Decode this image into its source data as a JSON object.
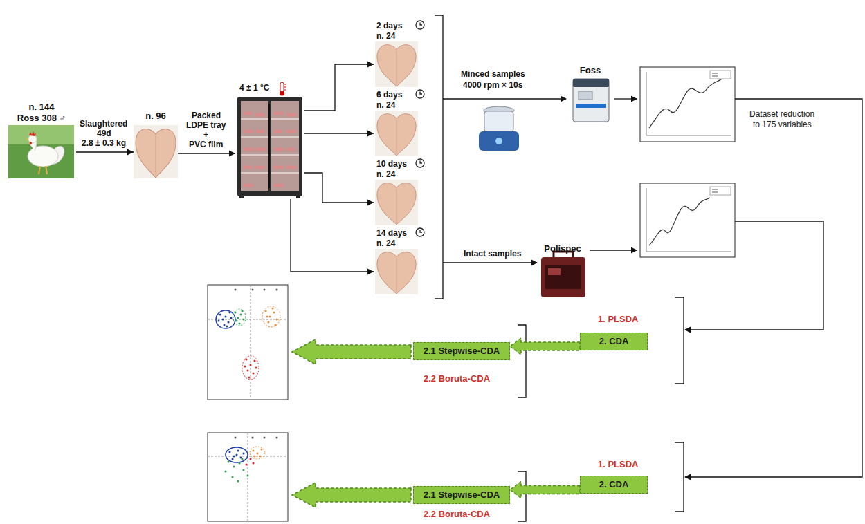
{
  "diagram": {
    "nodes": [
      {
        "text": [
          "n. 144",
          "Ross 308 ♂"
        ]
      },
      {
        "text": [
          "n. 96"
        ]
      },
      {
        "text": [
          "4 ± 1 °C"
        ]
      },
      {
        "text": [
          "2 days",
          "n. 24"
        ]
      },
      {
        "text": [
          "6 days",
          "n. 24"
        ]
      },
      {
        "text": [
          "10 days",
          "n. 24"
        ]
      },
      {
        "text": [
          "14 days",
          "n. 24"
        ]
      },
      {
        "text": [
          "Foss"
        ]
      },
      {
        "text": [
          "Polispec"
        ]
      },
      {
        "text": [
          "2. CDA"
        ]
      },
      {
        "text": [
          "2.1 Stepwise-CDA"
        ]
      },
      {
        "text": [
          "2. CDA"
        ]
      },
      {
        "text": [
          "2.1 Stepwise-CDA"
        ]
      }
    ],
    "edges": [
      {
        "from": 0,
        "to": 1,
        "arrow": "to",
        "label": "Slaughtered"
      },
      {
        "from": 1,
        "to": 2,
        "arrow": "to",
        "label": "Packed"
      },
      {
        "from": 2,
        "to": 3,
        "arrow": "to"
      },
      {
        "from": 2,
        "to": 4,
        "arrow": "to"
      },
      {
        "from": 2,
        "to": 5,
        "arrow": "to"
      },
      {
        "from": 2,
        "to": 6,
        "arrow": "to"
      },
      {
        "from": 9,
        "to": 10,
        "arrow": "to"
      },
      {
        "from": 11,
        "to": 12,
        "arrow": "to"
      }
    ],
    "labels": [
      "49d",
      "2.8 ± 0.3 kg",
      "LDPE tray",
      "+",
      "PVC film",
      "Minced samples",
      "4000 rpm × 10s",
      "Intact samples",
      "Dataset reduction",
      "to 175 variables",
      "1. PLSDA",
      "2.2 Boruta-CDA",
      "1. PLSDA",
      "2.2 Boruta-CDA"
    ]
  }
}
